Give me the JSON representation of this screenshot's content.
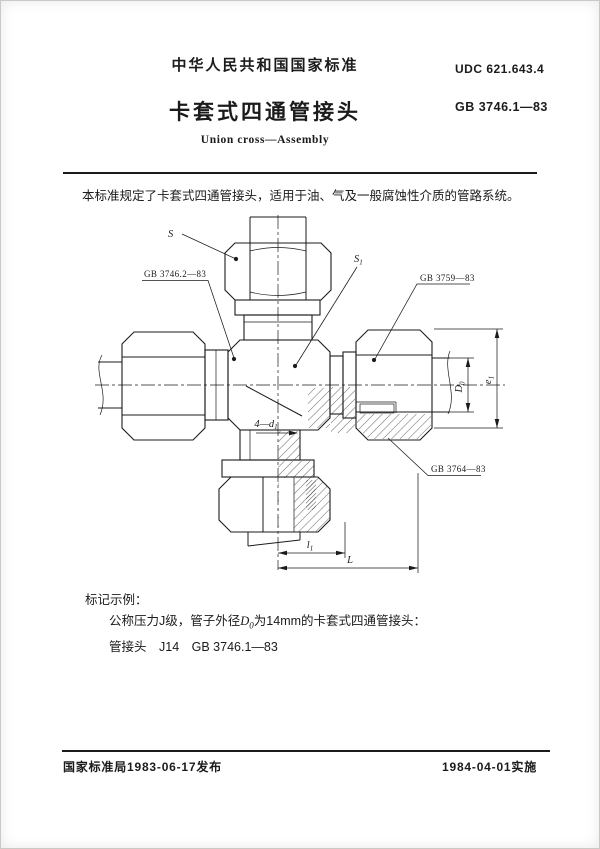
{
  "colors": {
    "ink": "#1b1b1b",
    "paper": "#ffffff"
  },
  "header": {
    "standard_label": "中华人民共和国国家标准",
    "udc": "UDC 621.643.4",
    "title_zh": "卡套式四通管接头",
    "title_en": "Union cross—Assembly",
    "standard_no": "GB 3746.1—83"
  },
  "scope": "本标准规定了卡套式四通管接头，适用于油、气及一般腐蚀性介质的管路系统。",
  "figure": {
    "labels": {
      "s": "S",
      "s1_main": "S",
      "s1_sub": "1",
      "gb_body": "GB 3746.2—83",
      "gb_nut": "GB 3759—83",
      "gb_ferrule": "GB 3764—83",
      "holes_main": "4—d",
      "holes_sub": "1",
      "d0_main": "D",
      "d0_sub": "0",
      "e1_main": "e",
      "e1_sub": "1",
      "l1_main": "l",
      "l1_sub": "1",
      "length": "L"
    }
  },
  "marking": {
    "heading": "标记示例：",
    "line1_pre": "公称压力J级，管子外径",
    "line1_var": "D",
    "line1_sub": "0",
    "line1_post": "为14mm的卡套式四通管接头：",
    "line2": "管接头　J14　GB 3746.1—83"
  },
  "footer": {
    "issued": "国家标准局1983-06-17发布",
    "effective": "1984-04-01实施"
  }
}
